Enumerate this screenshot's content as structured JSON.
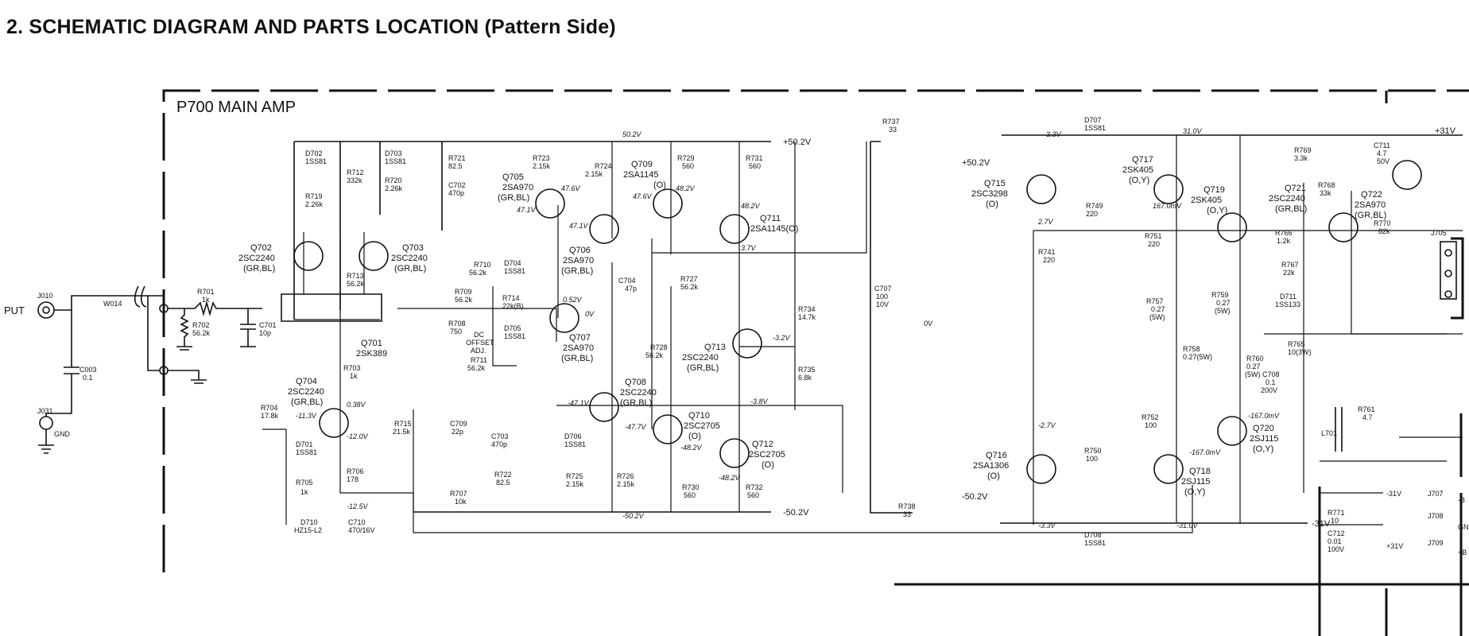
{
  "page": {
    "title": "2. SCHEMATIC DIAGRAM AND PARTS LOCATION (Pattern Side)"
  },
  "block": {
    "title": "P700  MAIN AMP"
  },
  "rails": {
    "pos_supply": "+50.2V",
    "neg_supply": "-50.2V",
    "pos_out": "+31V",
    "neg_out": "-31V",
    "pos_supply2": "+50.2V",
    "neg_supply2": "-50.2V"
  },
  "connectors": [
    {
      "ref": "J010",
      "text": "PUT"
    },
    {
      "ref": "J031",
      "text": "GND"
    },
    {
      "ref": "J705"
    },
    {
      "ref": "J707",
      "text": "-31V"
    },
    {
      "ref": "J708"
    },
    {
      "ref": "J709",
      "text": "+31V"
    }
  ],
  "wire_labels": {
    "w014": "W014",
    "j707_edge": "-B",
    "j708_edge": "GN",
    "j709_edge": "+B"
  },
  "transistors": [
    {
      "ref": "Q702",
      "part": "2SC2240",
      "grade": "(GR,BL)"
    },
    {
      "ref": "Q703",
      "part": "2SC2240",
      "grade": "(GR,BL)"
    },
    {
      "ref": "Q701",
      "part": "2SK389"
    },
    {
      "ref": "Q704",
      "part": "2SC2240",
      "grade": "(GR,BL)"
    },
    {
      "ref": "Q705",
      "part": "2SA970",
      "grade": "(GR,BL)"
    },
    {
      "ref": "Q706",
      "part": "2SA970",
      "grade": "(GR,BL)"
    },
    {
      "ref": "Q707",
      "part": "2SA970",
      "grade": "(GR,BL)"
    },
    {
      "ref": "Q708",
      "part": "2SC2240",
      "grade": "(GR,BL)"
    },
    {
      "ref": "Q709",
      "part": "2SA1145",
      "grade": "(O)"
    },
    {
      "ref": "Q710",
      "part": "2SC2705",
      "grade": "(O)"
    },
    {
      "ref": "Q711",
      "part": "2SA1145(O)"
    },
    {
      "ref": "Q712",
      "part": "2SC2705",
      "grade": "(O)"
    },
    {
      "ref": "Q713",
      "part": "2SC2240",
      "grade": "(GR,BL)"
    },
    {
      "ref": "Q715",
      "part": "2SC3298",
      "grade": "(O)"
    },
    {
      "ref": "Q716",
      "part": "2SA1306",
      "grade": "(O)"
    },
    {
      "ref": "Q717",
      "part": "2SK405",
      "grade": "(O,Y)"
    },
    {
      "ref": "Q718",
      "part": "2SJ115",
      "grade": "(O,Y)"
    },
    {
      "ref": "Q719",
      "part": "2SK405",
      "grade": "(O,Y)"
    },
    {
      "ref": "Q720",
      "part": "2SJ115",
      "grade": "(O,Y)"
    },
    {
      "ref": "Q721",
      "part": "2SC2240",
      "grade": "(GR,BL)"
    },
    {
      "ref": "Q722",
      "part": "2SA970",
      "grade": "(GR,BL)"
    }
  ],
  "resistors": [
    {
      "ref": "R701",
      "value": "1k"
    },
    {
      "ref": "R702",
      "value": "56.2k"
    },
    {
      "ref": "R703",
      "value": "1k"
    },
    {
      "ref": "R704",
      "value": "17.8k"
    },
    {
      "ref": "R705",
      "value": "1k"
    },
    {
      "ref": "R706",
      "value": "178"
    },
    {
      "ref": "R707",
      "value": "10k"
    },
    {
      "ref": "R708",
      "value": "750"
    },
    {
      "ref": "R709",
      "value": "56.2k"
    },
    {
      "ref": "R710",
      "value": "56.2k"
    },
    {
      "ref": "R711",
      "value": "56.2k"
    },
    {
      "ref": "R712",
      "value": "332k"
    },
    {
      "ref": "R713",
      "value": "56.2k"
    },
    {
      "ref": "R714",
      "value": "22k(B)"
    },
    {
      "ref": "R715",
      "value": "21.5k"
    },
    {
      "ref": "R719",
      "value": "2.26k"
    },
    {
      "ref": "R720",
      "value": "2.26k"
    },
    {
      "ref": "R721",
      "value": "82.5"
    },
    {
      "ref": "R722",
      "value": "82.5"
    },
    {
      "ref": "R723",
      "value": "2.15k"
    },
    {
      "ref": "R724",
      "value": "2.15k"
    },
    {
      "ref": "R725",
      "value": "2.15k"
    },
    {
      "ref": "R726",
      "value": "2.15k"
    },
    {
      "ref": "R727",
      "value": "56.2k"
    },
    {
      "ref": "R728",
      "value": "56.2k"
    },
    {
      "ref": "R729",
      "value": "560"
    },
    {
      "ref": "R730",
      "value": "560"
    },
    {
      "ref": "R731",
      "value": "560"
    },
    {
      "ref": "R732",
      "value": "560"
    },
    {
      "ref": "R734",
      "value": "14.7k"
    },
    {
      "ref": "R735",
      "value": "6.8k"
    },
    {
      "ref": "R737",
      "value": "33"
    },
    {
      "ref": "R738",
      "value": "33"
    },
    {
      "ref": "R741",
      "value": "220"
    },
    {
      "ref": "R749",
      "value": "220"
    },
    {
      "ref": "R750",
      "value": "100"
    },
    {
      "ref": "R751",
      "value": "220"
    },
    {
      "ref": "R752",
      "value": "100"
    },
    {
      "ref": "R757",
      "value": "0.27",
      "extra": "(5W)"
    },
    {
      "ref": "R758",
      "value": "0.27(5W)"
    },
    {
      "ref": "R759",
      "value": "0.27",
      "extra": "(5W)"
    },
    {
      "ref": "R760",
      "value": "0.27",
      "extra": "(5W)"
    },
    {
      "ref": "R761",
      "value": "4.7"
    },
    {
      "ref": "R765",
      "value": "10(3W)"
    },
    {
      "ref": "R766",
      "value": "1.2k"
    },
    {
      "ref": "R767",
      "value": "22k"
    },
    {
      "ref": "R768",
      "value": "33k"
    },
    {
      "ref": "R769",
      "value": "3.3k"
    },
    {
      "ref": "R770",
      "value": "82k"
    },
    {
      "ref": "R771",
      "value": "10"
    }
  ],
  "capacitors": [
    {
      "ref": "C003",
      "value": "0.1"
    },
    {
      "ref": "C701",
      "value": "10p"
    },
    {
      "ref": "C702",
      "value": "470p"
    },
    {
      "ref": "C703",
      "value": "470p"
    },
    {
      "ref": "C704",
      "value": "47p"
    },
    {
      "ref": "C707",
      "value": "100",
      "extra": "10V"
    },
    {
      "ref": "C708",
      "value": "0.1",
      "extra": "200V"
    },
    {
      "ref": "C709",
      "value": "22p"
    },
    {
      "ref": "C710",
      "value": "470/16V"
    },
    {
      "ref": "C711",
      "value": "4.7",
      "extra": "50V"
    },
    {
      "ref": "C712",
      "value": "0.01",
      "extra": "100V"
    }
  ],
  "diodes": [
    {
      "ref": "D701",
      "part": "1SS81"
    },
    {
      "ref": "D702",
      "part": "1SS81"
    },
    {
      "ref": "D703",
      "part": "1SS81"
    },
    {
      "ref": "D704",
      "part": "1SS81"
    },
    {
      "ref": "D705",
      "part": "1SS81"
    },
    {
      "ref": "D706",
      "part": "1SS81"
    },
    {
      "ref": "D707",
      "part": "1SS81"
    },
    {
      "ref": "D708",
      "part": "1SS81"
    },
    {
      "ref": "D710",
      "part": "HZ15-L2"
    },
    {
      "ref": "D711",
      "part": "1SS133"
    }
  ],
  "inductors": [
    {
      "ref": "L701"
    }
  ],
  "adjust_label": [
    "DC",
    "OFFSET",
    "ADJ."
  ],
  "voltages": {
    "top_rail": "50.2V",
    "bot_rail": "-50.2V",
    "q705_e": "47.6V",
    "q705_b": "47.1V",
    "q706_b": "47.1V",
    "q709_e": "48.2V",
    "q709_b": "47.6V",
    "q711_e": "48.2V",
    "q711_c": "3.7V",
    "q707_e": "0.52V",
    "q707_c": "0V",
    "q704_b": "-11.3V",
    "q704_c": "0.38V",
    "q704_e": "-12.0V",
    "zener": "-12.5V",
    "q708_b": "-47.1V",
    "q710_b": "-47.7V",
    "q710_e": "-48.2V",
    "q712_e": "-48.2V",
    "q713_e": "-3.2V",
    "q713_c": "-3.8V",
    "zero": "0V",
    "q715_e": "3.3V",
    "q715_b": "2.7V",
    "q716_e": "-2.7V",
    "q716_c": "-3.3V",
    "q717_g": "167.0mV",
    "q718_g": "-167.0mV",
    "q720_g": "-167.0mV",
    "out_p": "31.0V",
    "out_n": "-31.0V"
  }
}
